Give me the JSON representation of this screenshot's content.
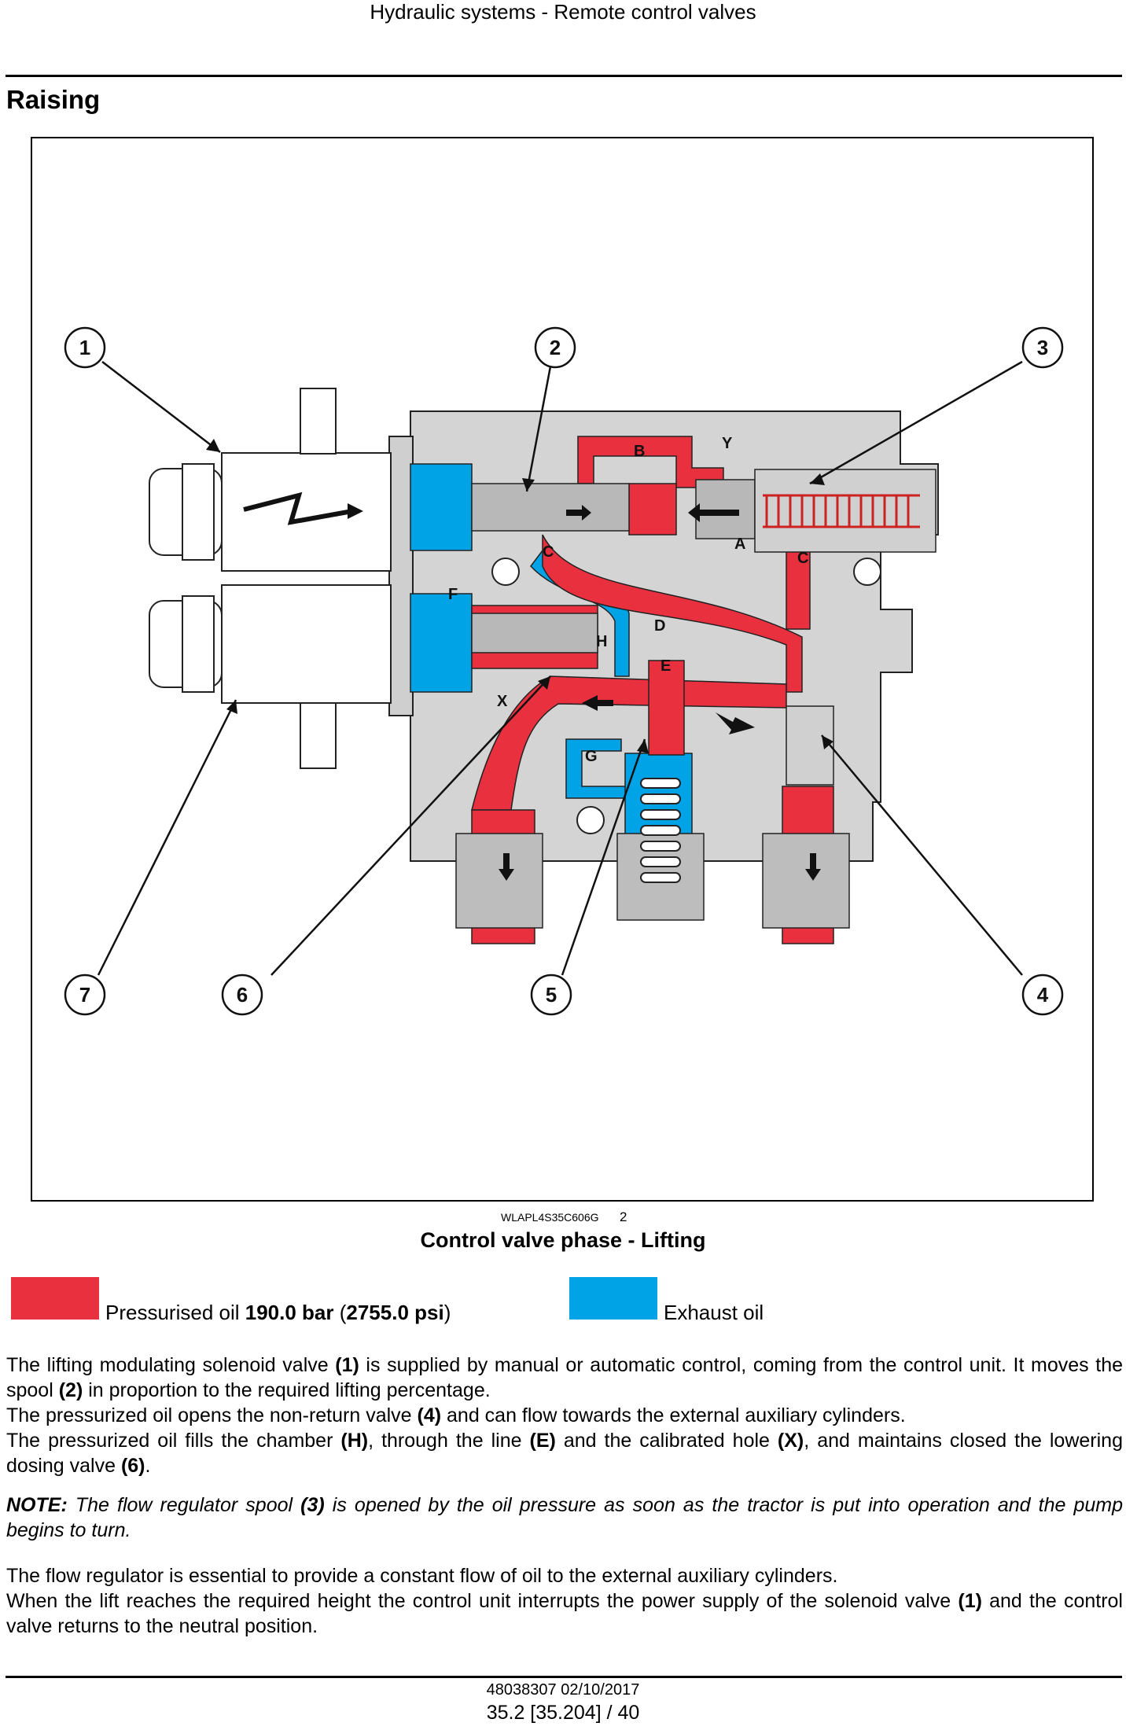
{
  "header": {
    "title": "Hydraulic systems - Remote control valves"
  },
  "section": {
    "heading": "Raising"
  },
  "figure": {
    "callouts": [
      "1",
      "2",
      "3",
      "4",
      "5",
      "6",
      "7"
    ],
    "ports": [
      "A",
      "B",
      "C",
      "C",
      "D",
      "E",
      "F",
      "G",
      "H",
      "X",
      "Y"
    ],
    "code": "WLAPL4S35C606G",
    "number": "2",
    "caption": "Control valve phase - Lifting"
  },
  "legend": {
    "pressurised": {
      "label": "Pressurised oil",
      "value": "190.0 bar",
      "open": " (",
      "psi": "2755.0 psi",
      "close": ")",
      "color": "#e8303f"
    },
    "exhaust": {
      "label": "Exhaust oil",
      "color": "#00a3e6"
    }
  },
  "paragraph1": {
    "s1": "The lifting modulating solenoid valve ",
    "r1": "(1)",
    "s2": " is supplied by manual or automatic control, coming from the control unit.  It moves the spool ",
    "r2": "(2)",
    "s3": " in proportion to the required lifting percentage.",
    "s4": "The pressurized oil opens the non-return valve ",
    "r4": "(4)",
    "s5": " and can flow towards the external auxiliary cylinders.",
    "s6": "The pressurized oil fills the chamber ",
    "r6": "(H)",
    "s7": ", through the line ",
    "r7": "(E)",
    "s8": " and the calibrated hole ",
    "r8": "(X)",
    "s9": ", and maintains closed the lowering dosing valve ",
    "r9": "(6)",
    "s10": "."
  },
  "note": {
    "label": "NOTE:",
    "s1": " The flow regulator spool ",
    "r1": "(3)",
    "s2": " is opened by the oil pressure as soon as the tractor is put into operation and the pump begins to turn."
  },
  "paragraph3": {
    "s1": "The flow regulator is essential to provide a constant flow of oil to the external auxiliary cylinders.",
    "s2": "When the lift reaches the required height the control unit interrupts the power supply of the solenoid valve ",
    "r2": "(1)",
    "s3": " and the control valve returns to the neutral position."
  },
  "footer": {
    "doc": "48038307 02/10/2017",
    "page": "35.2 [35.204] / 40"
  }
}
